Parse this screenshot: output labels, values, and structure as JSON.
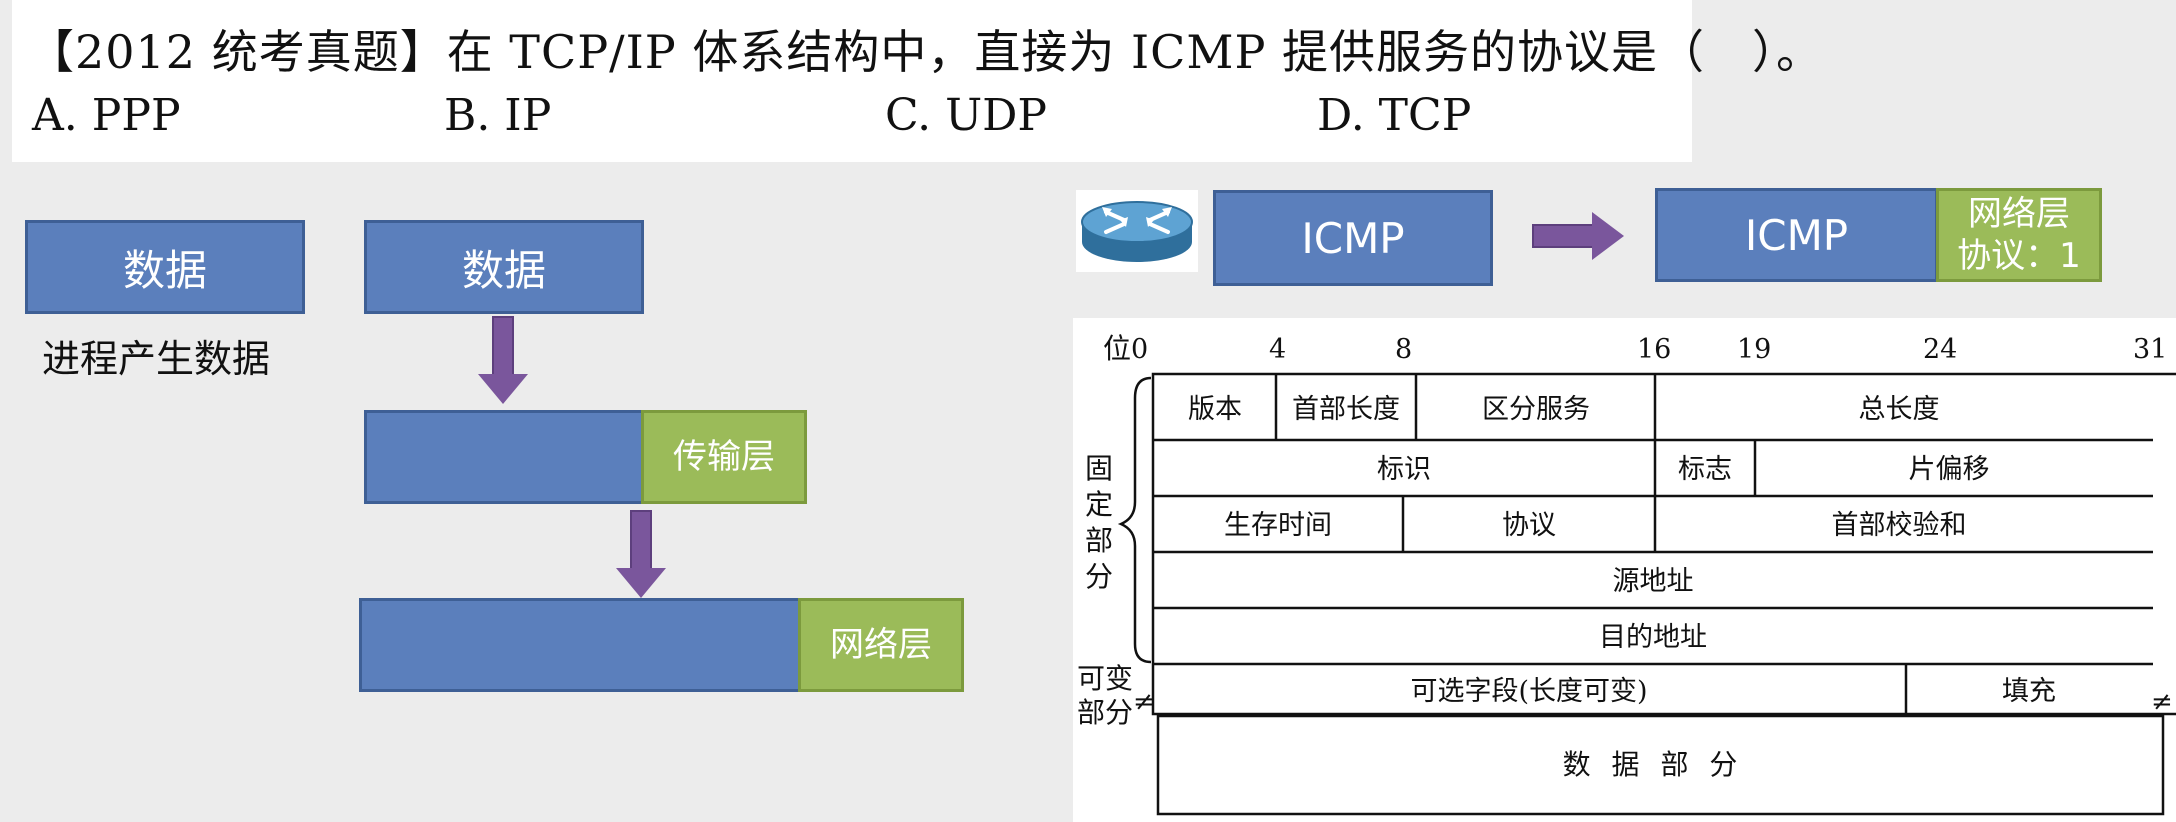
{
  "question": {
    "text": "【2012 统考真题】在 TCP/IP 体系结构中，直接为 ICMP 提供服务的协议是（　）。",
    "options": [
      "A.  PPP",
      "B.  IP",
      "C.  UDP",
      "D.  TCP"
    ]
  },
  "left_flow": {
    "box1_label": "数据",
    "box1_caption": "进程产生数据",
    "box2_label": "数据",
    "transport_label": "传输层",
    "network_label": "网络层"
  },
  "icmp_flow": {
    "icmp_label": "ICMP",
    "icmp_label2": "ICMP",
    "net_label_line1": "网络层",
    "net_label_line2": "协议：1"
  },
  "ip_header": {
    "bit_label": "位",
    "bits": [
      "0",
      "4",
      "8",
      "16",
      "19",
      "24",
      "31"
    ],
    "row1": [
      "版本",
      "首部长度",
      "区分服务",
      "总长度"
    ],
    "row2": [
      "标识",
      "标志",
      "片偏移"
    ],
    "row3": [
      "生存时间",
      "协议",
      "首部校验和"
    ],
    "row4": "源地址",
    "row5": "目的地址",
    "row6": [
      "可选字段(长度可变)",
      "填充"
    ],
    "data_part": "数 据 部 分",
    "fixed_part": [
      "固",
      "定",
      "部",
      "分"
    ],
    "var_part": [
      "可变",
      "部分"
    ]
  },
  "colors": {
    "blue": "#5b7fbc",
    "green": "#9bbb59",
    "arrow": "#7a569c"
  }
}
